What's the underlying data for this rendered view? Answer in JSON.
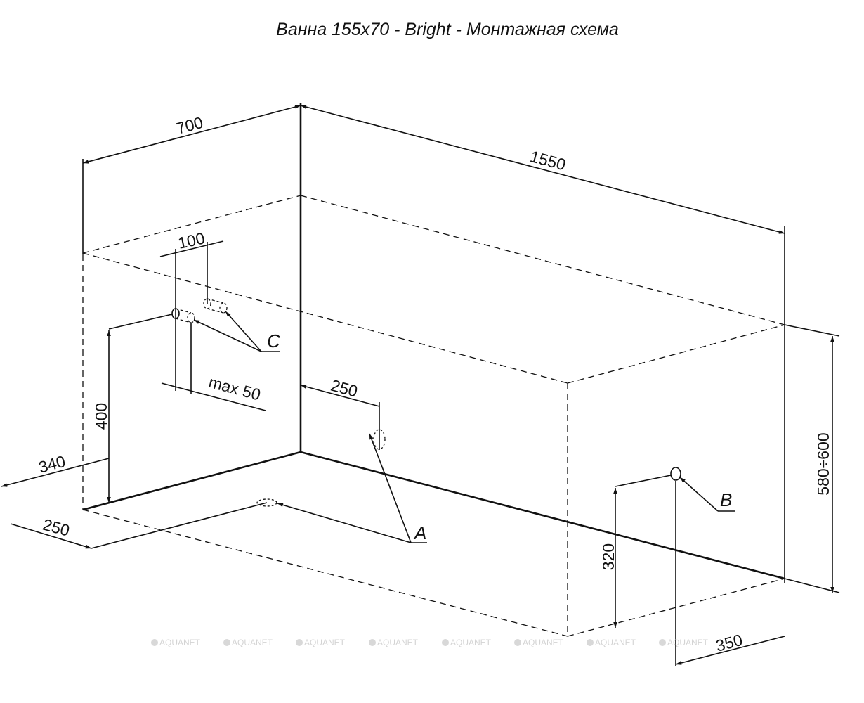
{
  "title": "Ванна 155x70 - Bright - Монтажная схема",
  "dimensions": {
    "width": "700",
    "length": "1550",
    "tap_spacing": "100",
    "tap_offset": "max 50",
    "tap_height": "400",
    "side_offset_340": "340",
    "drain_offset_left": "250",
    "drain_offset_mid": "250",
    "overflow_height": "320",
    "overflow_offset": "350",
    "bath_height": "580÷600"
  },
  "labels": {
    "a": "A",
    "b": "B",
    "c": "C"
  },
  "watermark": "AQUANET",
  "watermark_count": 8
}
